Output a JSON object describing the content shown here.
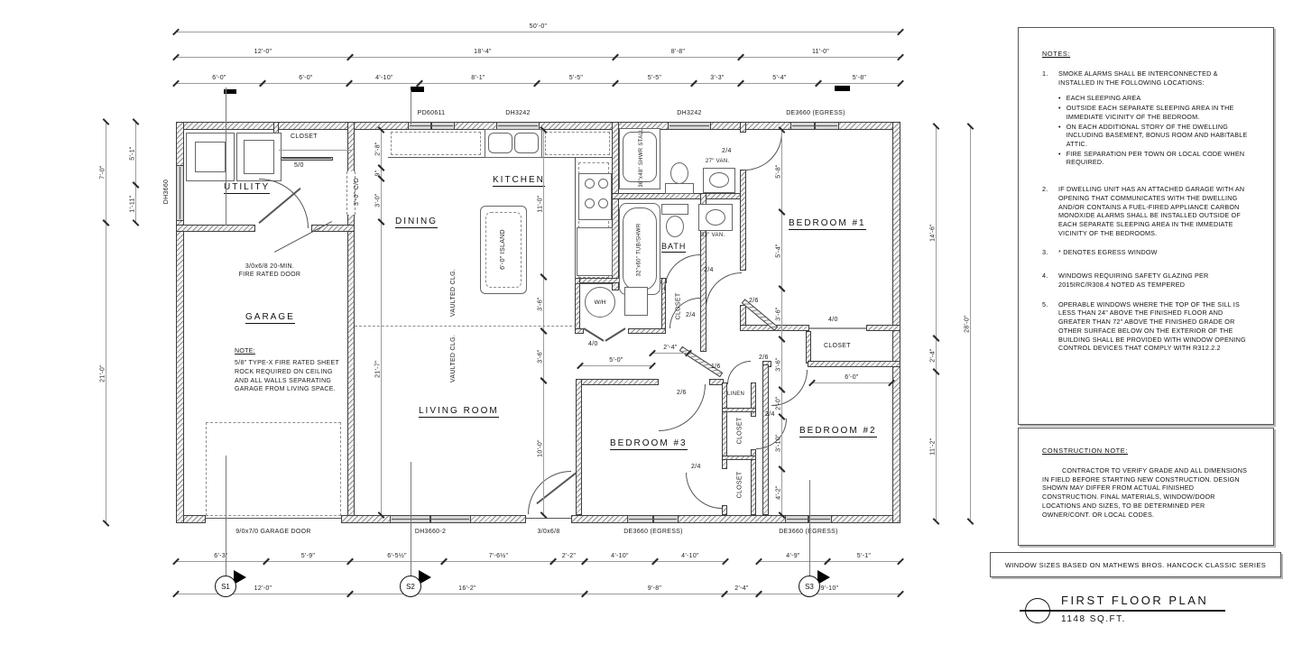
{
  "plan": {
    "rooms": {
      "garage": "GARAGE",
      "utility": "UTILITY",
      "dining": "DINING",
      "kitchen": "KITCHEN",
      "living": "LIVING ROOM",
      "bath": "BATH",
      "bed1": "BEDROOM #1",
      "bed2": "BEDROOM #2",
      "bed3": "BEDROOM #3",
      "closet": "CLOSET",
      "linen": "LINEN"
    },
    "windows": {
      "pd": "PD60611",
      "dh3242": "DH3242",
      "de3660": "DE3660 (EGRESS)",
      "dh3660": "DH3660",
      "dh3660_2": "DH3660-2"
    },
    "doors": {
      "d50": "5/0",
      "d40": "4/0",
      "d24": "2/4",
      "d26": "2/6",
      "d16": "1/6",
      "front": "3/0x6/8",
      "garage": "9/0x7/0 GARAGE DOOR",
      "fire1": "3/0x6/8 20-MIN.",
      "fire2": "FIRE RATED DOOR",
      "co": "3'-0\" C/O"
    },
    "fixtures": {
      "wh": "W/H",
      "island": "6'-0\" ISLAND",
      "shower": "36\"x48\" SHWR STALL",
      "tub": "32\"x60\" TUB/SHWR",
      "van27": "27\" VAN.",
      "van33": "33\" VAN.",
      "vaulted": "VAULTED CLG."
    },
    "garage_note": {
      "heading": "NOTE:",
      "body": "5/8\" TYPE-X FIRE RATED SHEET ROCK REQUIRED ON CEILING AND ALL WALLS SEPARATING GARAGE FROM LIVING SPACE."
    },
    "sections": [
      "S1",
      "S2",
      "S3"
    ],
    "dims": {
      "top1": "50'-0\"",
      "top2": [
        "12'-0\"",
        "18'-4\"",
        "8'-8\"",
        "11'-0\""
      ],
      "top3": [
        "6'-0\"",
        "6'-0\"",
        "4'-10\"",
        "8'-1\"",
        "5'-5\"",
        "5'-5\"",
        "3'-3\"",
        "5'-4\"",
        "5'-8\""
      ],
      "bot1": [
        "6'-3\"",
        "5'-9\"",
        "6'-5½\"",
        "7'-6½\"",
        "2'-2\"",
        "4'-10\"",
        "4'-10\"",
        "4'-9\"",
        "5'-1\""
      ],
      "bot2": [
        "12'-0\"",
        "16'-2\"",
        "9'-8\"",
        "2'-4\"",
        "9'-10\""
      ],
      "left": [
        "7'-0\"",
        "5'-1\"",
        "1'-11\"",
        "21'-0\""
      ],
      "right": [
        "14'-6\"",
        "2'-4\"",
        "11'-2\"",
        "28'-0\""
      ],
      "mid": [
        "11'-0\"",
        "3'-6\"",
        "3'-6\"",
        "10'-0\""
      ],
      "dining": [
        "2'-8\"",
        "9\"",
        "3'-0\"",
        "21'-7\""
      ],
      "hallv": [
        "5'-8\"",
        "5'-4\"",
        "3'-6\"",
        "3'-6\"",
        "2'-0\"",
        "3'-10\"",
        "4'-2\""
      ],
      "hallh": [
        "5'-0\"",
        "2'-4\""
      ],
      "closet6": "6'-0\""
    }
  },
  "notes": {
    "heading": "NOTES:",
    "items": [
      {
        "n": "1.",
        "t": "SMOKE ALARMS SHALL BE INTERCONNECTED & INSTALLED IN THE FOLLOWING LOCATIONS:"
      },
      {
        "n": "2.",
        "t": "IF DWELLING UNIT HAS AN ATTACHED GARAGE WITH AN OPENING THAT COMMUNICATES WITH THE DWELLING AND/OR CONTAINS A FUEL-FIRED APPLIANCE CARBON MONOXIDE ALARMS SHALL BE INSTALLED OUTSIDE OF EACH SEPARATE SLEEPING AREA IN THE IMMEDIATE VICINITY OF THE BEDROOMS."
      },
      {
        "n": "3.",
        "t": "* DENOTES EGRESS WINDOW"
      },
      {
        "n": "4.",
        "t": "WINDOWS REQUIRING SAFETY GLAZING PER 2015IRC/R308.4 NOTED AS TEMPERED"
      },
      {
        "n": "5.",
        "t": "OPERABLE WINDOWS WHERE THE TOP OF THE SILL IS LESS THAN 24\" ABOVE THE FINISHED FLOOR AND GREATER THAN 72\" ABOVE THE FINISHED GRADE OR OTHER SURFACE BELOW ON THE EXTERIOR OF THE BUILDING SHALL BE PROVIDED WITH WINDOW OPENING CONTROL DEVICES THAT COMPLY WITH R312.2.2"
      }
    ],
    "bullets": [
      "EACH SLEEPING AREA",
      "OUTSIDE EACH SEPARATE SLEEPING AREA IN THE IMMEDIATE VICINITY OF THE BEDROOM.",
      "ON EACH ADDITIONAL STORY OF THE DWELLING INCLUDING BASEMENT, BONUS ROOM AND HABITABLE ATTIC.",
      "FIRE SEPARATION PER TOWN OR LOCAL CODE WHEN REQUIRED."
    ]
  },
  "construction_note": {
    "heading": "CONSTRUCTION NOTE:",
    "body": "CONTRACTOR TO VERIFY GRADE AND ALL DIMENSIONS IN FIELD BEFORE STARTING NEW CONSTRUCTION. DESIGN SHOWN MAY DIFFER FROM ACTUAL FINISHED CONSTRUCTION. FINAL MATERIALS, WINDOW/DOOR LOCATIONS AND SIZES, TO BE DETERMINED PER OWNER/CONT. OR LOCAL CODES."
  },
  "window_note": "WINDOW SIZES BASED ON MATHEWS BROS. HANCOCK CLASSIC SERIES",
  "title_block": {
    "title": "FIRST FLOOR PLAN",
    "area": "1148 SQ.FT."
  }
}
